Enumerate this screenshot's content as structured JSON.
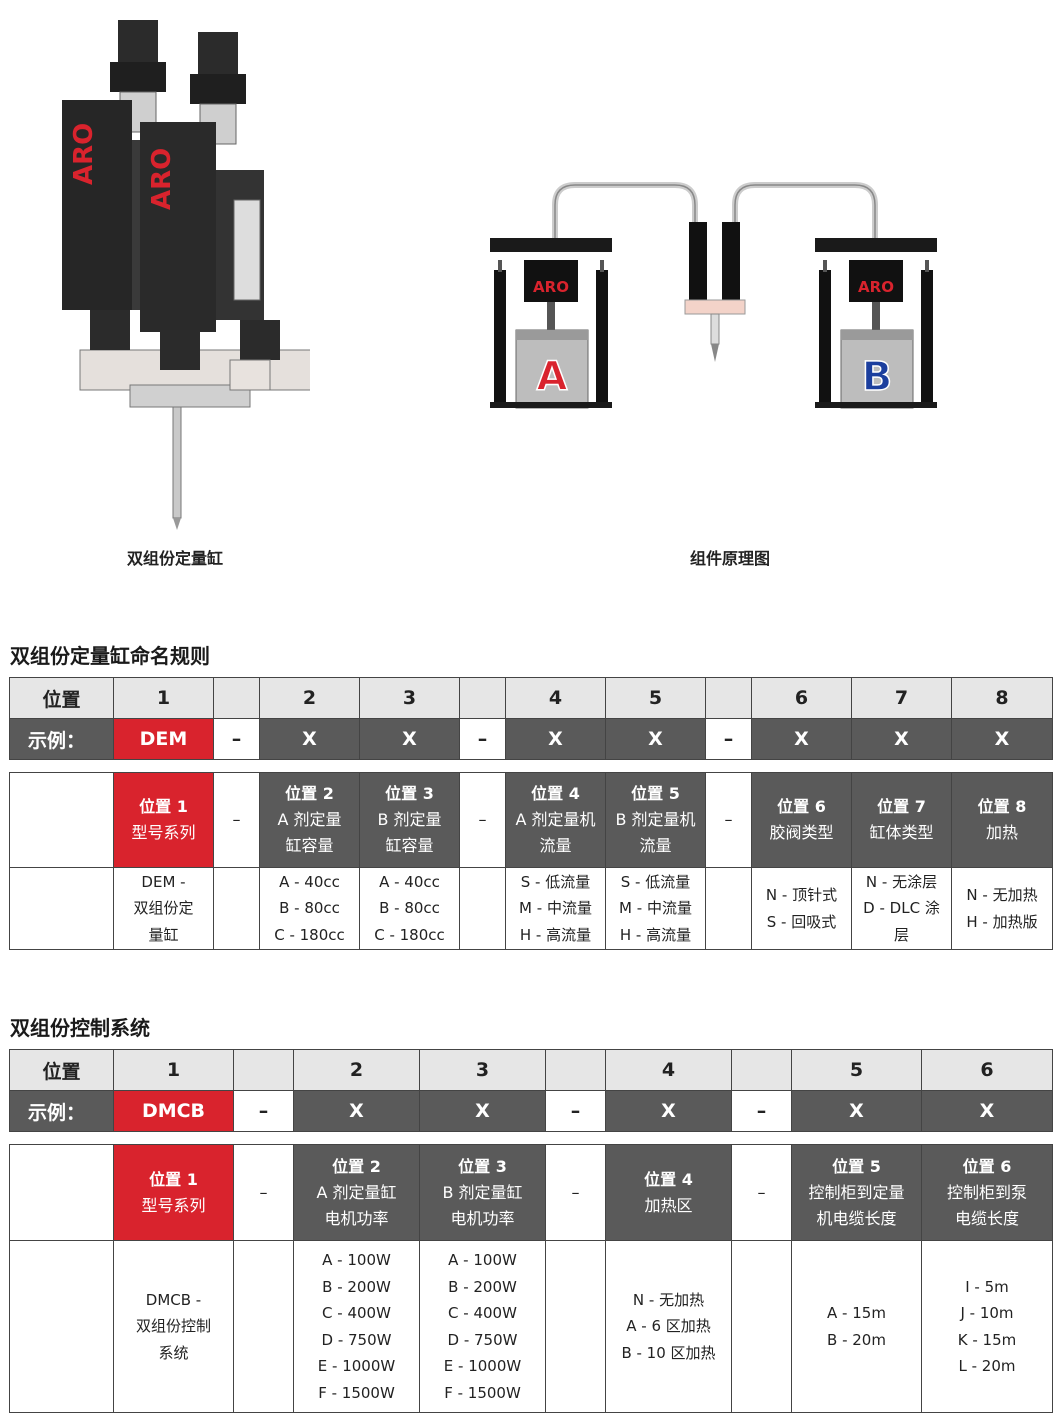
{
  "captions": {
    "product": "双组份定量缸",
    "diagram": "组件原理图"
  },
  "diagram": {
    "brand": "ARO",
    "tank_a": "A",
    "tank_b": "B"
  },
  "colors": {
    "brand_red": "#d9232d",
    "dark_gray": "#5a5a5a",
    "header_gray": "#e6e6e6",
    "tank_b_blue": "#1c3f9e"
  },
  "table1": {
    "title": "双组份定量缸命名规则",
    "pos_label": "位置",
    "example_label": "示例：",
    "positions": [
      "1",
      "",
      "2",
      "3",
      "",
      "4",
      "5",
      "",
      "6",
      "7",
      "8"
    ],
    "example": [
      "DEM",
      "–",
      "X",
      "X",
      "–",
      "X",
      "X",
      "–",
      "X",
      "X",
      "X"
    ],
    "desc": [
      {
        "pos": "位置 1",
        "text": [
          "型号系列"
        ]
      },
      {
        "pos": "",
        "text": [
          "–"
        ]
      },
      {
        "pos": "位置 2",
        "text": [
          "A 剂定量",
          "缸容量"
        ]
      },
      {
        "pos": "位置 3",
        "text": [
          "B 剂定量",
          "缸容量"
        ]
      },
      {
        "pos": "",
        "text": [
          "–"
        ]
      },
      {
        "pos": "位置 4",
        "text": [
          "A 剂定量机",
          "流量"
        ]
      },
      {
        "pos": "位置 5",
        "text": [
          "B 剂定量机",
          "流量"
        ]
      },
      {
        "pos": "",
        "text": [
          "–"
        ]
      },
      {
        "pos": "位置 6",
        "text": [
          "胶阀类型"
        ]
      },
      {
        "pos": "位置 7",
        "text": [
          "缸体类型"
        ]
      },
      {
        "pos": "位置 8",
        "text": [
          "加热"
        ]
      }
    ],
    "options": [
      [
        "DEM -",
        "双组份定",
        "量缸"
      ],
      [],
      [
        "A - 40cc",
        "B - 80cc",
        "C - 180cc"
      ],
      [
        "A - 40cc",
        "B - 80cc",
        "C - 180cc"
      ],
      [],
      [
        "S - 低流量",
        "M - 中流量",
        "H - 高流量"
      ],
      [
        "S - 低流量",
        "M - 中流量",
        "H - 高流量"
      ],
      [],
      [
        "N - 顶针式",
        "S - 回吸式"
      ],
      [
        "N - 无涂层",
        "D - DLC 涂",
        "层"
      ],
      [
        "N - 无加热",
        "H - 加热版"
      ]
    ]
  },
  "table2": {
    "title": "双组份控制系统",
    "pos_label": "位置",
    "example_label": "示例：",
    "positions": [
      "1",
      "",
      "2",
      "3",
      "",
      "4",
      "",
      "5",
      "6"
    ],
    "example": [
      "DMCB",
      "–",
      "X",
      "X",
      "–",
      "X",
      "–",
      "X",
      "X"
    ],
    "desc": [
      {
        "pos": "位置 1",
        "text": [
          "型号系列"
        ]
      },
      {
        "pos": "",
        "text": [
          "–"
        ]
      },
      {
        "pos": "位置 2",
        "text": [
          "A 剂定量缸",
          "电机功率"
        ]
      },
      {
        "pos": "位置 3",
        "text": [
          "B 剂定量缸",
          "电机功率"
        ]
      },
      {
        "pos": "",
        "text": [
          "–"
        ]
      },
      {
        "pos": "位置 4",
        "text": [
          "加热区"
        ]
      },
      {
        "pos": "",
        "text": [
          "–"
        ]
      },
      {
        "pos": "位置 5",
        "text": [
          "控制柜到定量",
          "机电缆长度"
        ]
      },
      {
        "pos": "位置 6",
        "text": [
          "控制柜到泵",
          "电缆长度"
        ]
      }
    ],
    "options": [
      [
        "DMCB -",
        "双组份控制",
        "系统"
      ],
      [],
      [
        "A - 100W",
        "B - 200W",
        "C - 400W",
        "D - 750W",
        "E - 1000W",
        "F - 1500W"
      ],
      [
        "A - 100W",
        "B - 200W",
        "C - 400W",
        "D - 750W",
        "E - 1000W",
        "F - 1500W"
      ],
      [],
      [
        "N - 无加热",
        "A - 6 区加热",
        "B - 10 区加热"
      ],
      [],
      [
        "A - 15m",
        "B - 20m"
      ],
      [
        "I - 5m",
        "J - 10m",
        "K - 15m",
        "L - 20m"
      ]
    ]
  }
}
